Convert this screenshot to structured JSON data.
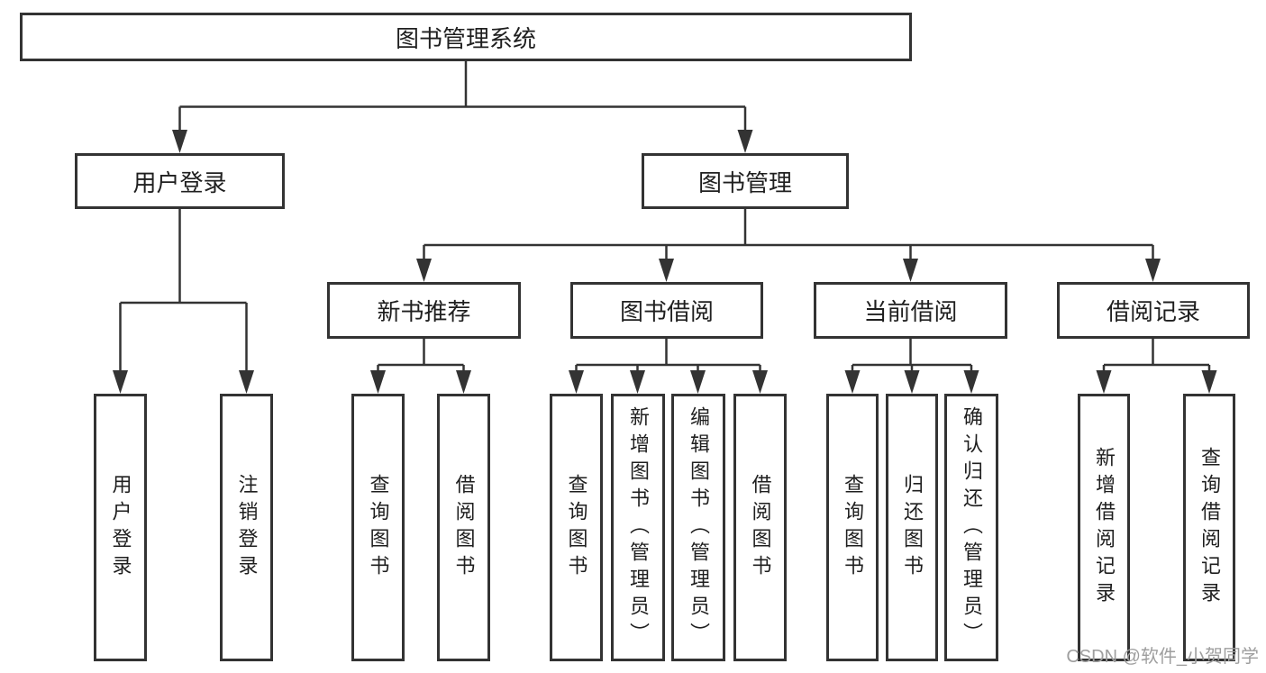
{
  "colors": {
    "line": "#333333",
    "node_border": "#333333",
    "node_fill": "#ffffff",
    "text": "#1f1f1f",
    "watermark": "#9e9e9e",
    "background": "#ffffff"
  },
  "tree": {
    "label": "图书管理系统",
    "children": [
      {
        "label": "用户登录",
        "children": [
          {
            "label": "用户登录"
          },
          {
            "label": "注销登录"
          }
        ]
      },
      {
        "label": "图书管理",
        "children": [
          {
            "label": "新书推荐",
            "children": [
              {
                "label": "查询图书"
              },
              {
                "label": "借阅图书"
              }
            ]
          },
          {
            "label": "图书借阅",
            "children": [
              {
                "label": "查询图书"
              },
              {
                "label": "新增图书（管理员）"
              },
              {
                "label": "编辑图书（管理员）"
              },
              {
                "label": "借阅图书"
              }
            ]
          },
          {
            "label": "当前借阅",
            "children": [
              {
                "label": "查询图书"
              },
              {
                "label": "归还图书"
              },
              {
                "label": "确认归还（管理员）"
              }
            ]
          },
          {
            "label": "借阅记录",
            "children": [
              {
                "label": "新增借阅记录"
              },
              {
                "label": "查询借阅记录"
              }
            ]
          }
        ]
      }
    ]
  },
  "watermark": "CSDN @软件_小贺同学"
}
